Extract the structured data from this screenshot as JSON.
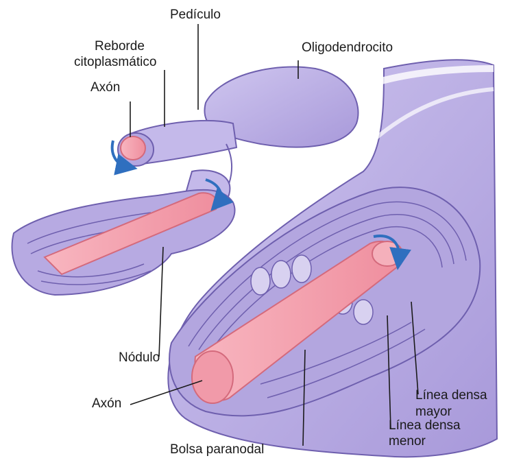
{
  "diagram": {
    "labels": {
      "pediculo": "Pedículo",
      "reborde_1": "Reborde",
      "reborde_2": "citoplasmático",
      "axon_top": "Axón",
      "oligodendrocito": "Oligodendrocito",
      "nodulo": "Nódulo",
      "axon_bottom": "Axón",
      "linea_mayor_1": "Línea densa",
      "linea_mayor_2": "mayor",
      "linea_menor_1": "Línea densa",
      "linea_menor_2": "menor",
      "bolsa": "Bolsa paranodal"
    },
    "colors": {
      "membrane": "#b9aee0",
      "membrane_dark": "#7d6cb8",
      "membrane_light": "#d8d1f0",
      "axon": "#f4a4b0",
      "axon_light": "#fbd0d6",
      "arrow": "#2f6fbf"
    }
  }
}
